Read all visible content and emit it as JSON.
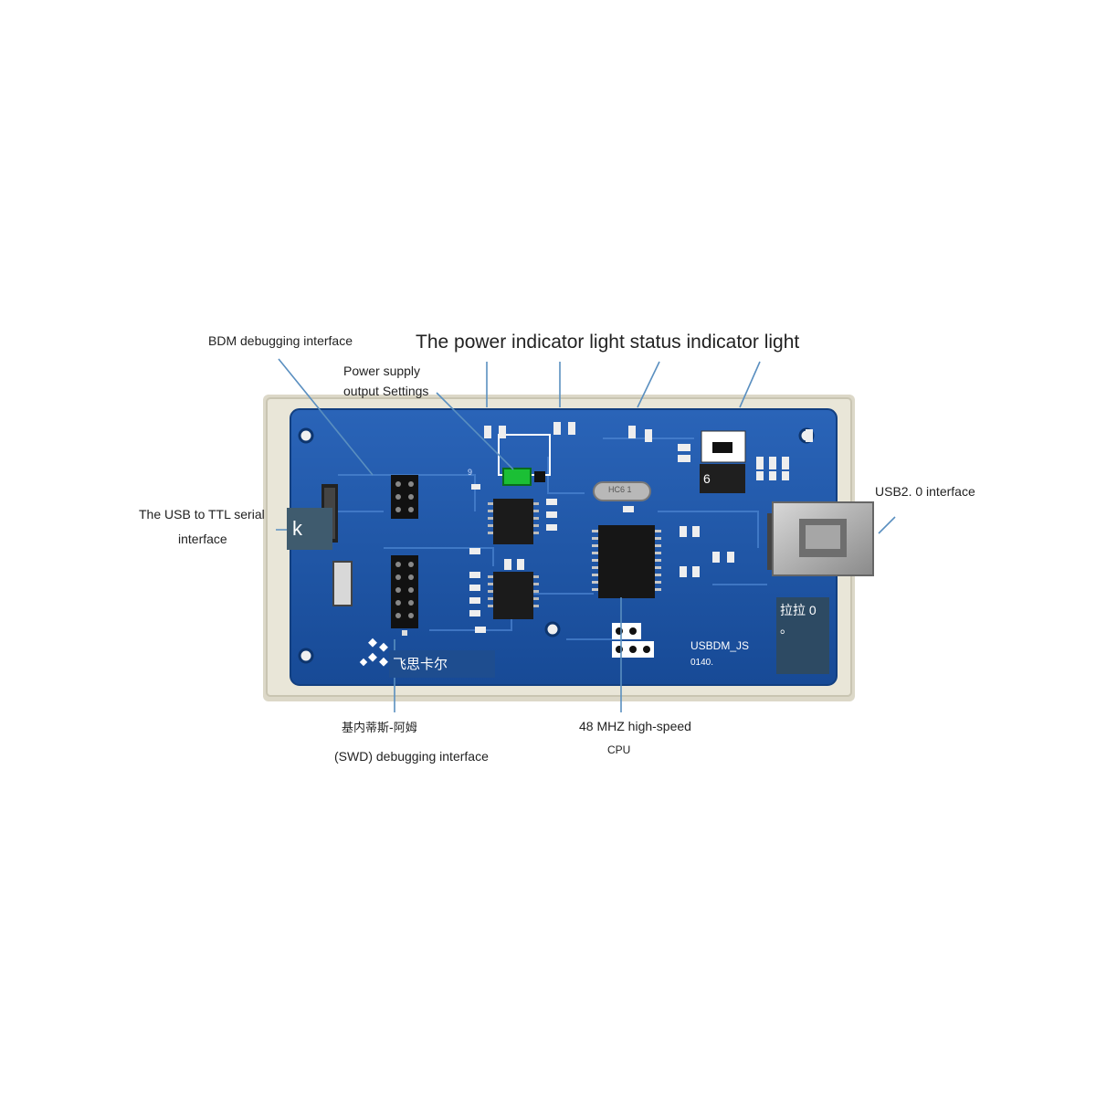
{
  "labels": {
    "bdm": "BDM debugging interface",
    "power_status": "The power indicator light status indicator light",
    "power_supply_1": "Power supply",
    "power_supply_2": "output Settings",
    "usb_ttl_1": "The USB to TTL serial",
    "usb_ttl_2": "interface",
    "usb2": "USB2. 0 interface",
    "swd_cn": "基内蒂斯-阿姆",
    "swd": "(SWD) debugging interface",
    "cpu_1": "48 MHZ high-speed",
    "cpu_2": "CPU"
  },
  "board": {
    "model": "USBDM_JS",
    "number": "0140.",
    "logo_text": "飞思卡尔",
    "overlay_k": "k",
    "overlay_6": "6",
    "overlay_lala": "拉拉 0 。",
    "jumper_num": "9",
    "crystal": "HC6 1"
  },
  "colors": {
    "pcb": "#1e54a8",
    "case": "#e4e0cf",
    "chip": "#1b1b1b",
    "leader": "#5a8fc0"
  }
}
